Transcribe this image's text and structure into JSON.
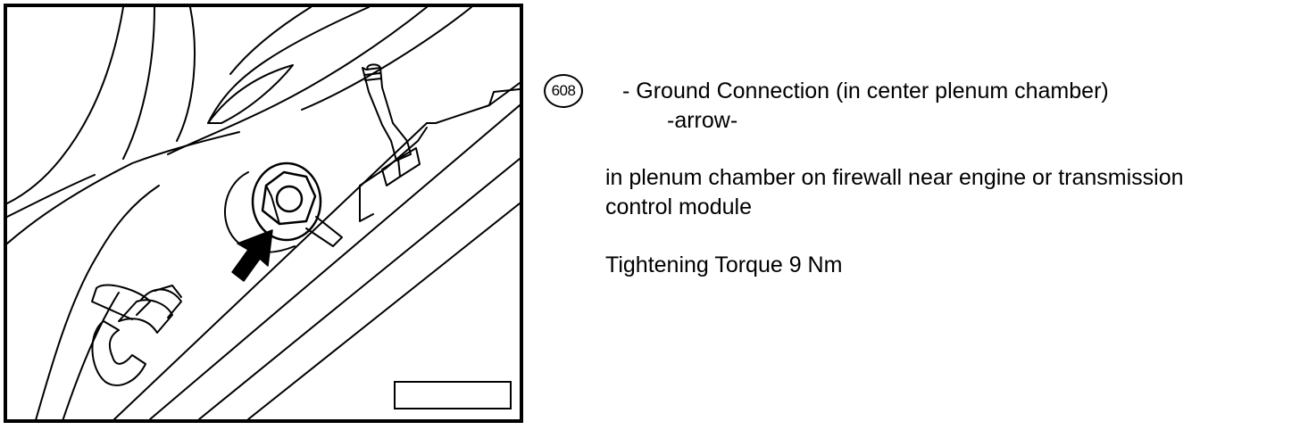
{
  "callout": {
    "number": "608",
    "description": "- Ground Connection (in center plenum chamber)",
    "arrow_label": "-arrow-"
  },
  "location": {
    "line1": "in plenum chamber on firewall near engine or transmission",
    "line2": "control module"
  },
  "torque": {
    "text": "Tightening Torque 9 Nm"
  },
  "figure": {
    "id_label": ""
  },
  "colors": {
    "ink": "#000000",
    "paper": "#ffffff"
  }
}
